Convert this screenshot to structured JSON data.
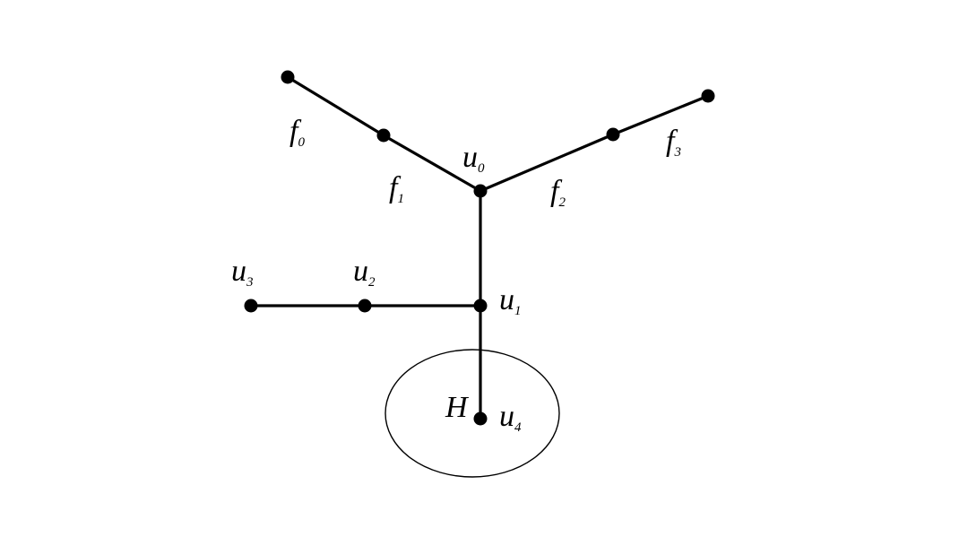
{
  "colors": {
    "background": "#ffffff",
    "ink": "#000000"
  },
  "graph": {
    "region_label": "H",
    "labels": {
      "f0": {
        "main": "f",
        "sub": "0"
      },
      "f1": {
        "main": "f",
        "sub": "1"
      },
      "f2": {
        "main": "f",
        "sub": "2"
      },
      "f3": {
        "main": "f",
        "sub": "3"
      },
      "u0": {
        "main": "u",
        "sub": "0"
      },
      "u1": {
        "main": "u",
        "sub": "1"
      },
      "u2": {
        "main": "u",
        "sub": "2"
      },
      "u3": {
        "main": "u",
        "sub": "3"
      },
      "u4": {
        "main": "u",
        "sub": "4"
      }
    }
  }
}
